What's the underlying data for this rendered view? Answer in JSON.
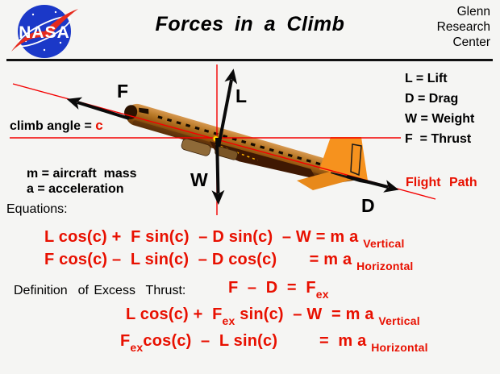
{
  "header": {
    "title": "Forces in a Climb",
    "org": {
      "line1": "Glenn",
      "line2": "Research",
      "line3": "Center"
    },
    "logo_text": "NASA"
  },
  "colors": {
    "equation_red": "#e81000",
    "line_red": "#f40000",
    "logo_blue": "#1b38c8",
    "swoosh_red": "#e62b1e",
    "tail_orange": "#f6921e",
    "fuselage_brown": "#9a5a12"
  },
  "diagram": {
    "climb_angle_label": "climb angle = ",
    "climb_angle_value": "c",
    "mass_line": "m = aircraft  mass",
    "accel_line": "a = acceleration",
    "flight_path_label": "Flight  Path",
    "vectors": {
      "thrust": "F",
      "lift": "L",
      "weight": "W",
      "drag": "D"
    },
    "legend": [
      {
        "text": "L = Lift"
      },
      {
        "text": "D = Drag"
      },
      {
        "text": "W = Weight"
      },
      {
        "text": "F  = Thrust"
      }
    ]
  },
  "equations": {
    "heading": "Equations:",
    "line1": {
      "main": "L cos(c) +  F sin(c)  – D sin(c)  – W = m a ",
      "sub": "Vertical"
    },
    "line2": {
      "main": "F cos(c) –  L sin(c)  – D cos(c)       = m a ",
      "sub": "Horizontal"
    },
    "definition_label": "Definition  of Excess  Thrust:",
    "definition": {
      "p1": "F  –  D  =  F",
      "sub1": "ex"
    },
    "line4": {
      "p1": "L cos(c) +  F",
      "sub1": "ex",
      "p2": " sin(c)  – W  = m a ",
      "sub2": "Vertical"
    },
    "line5": {
      "p1": "F",
      "sub1": "ex",
      "p2": "cos(c)  –  L sin(c)         =  m a ",
      "sub2": "Horizontal"
    }
  }
}
